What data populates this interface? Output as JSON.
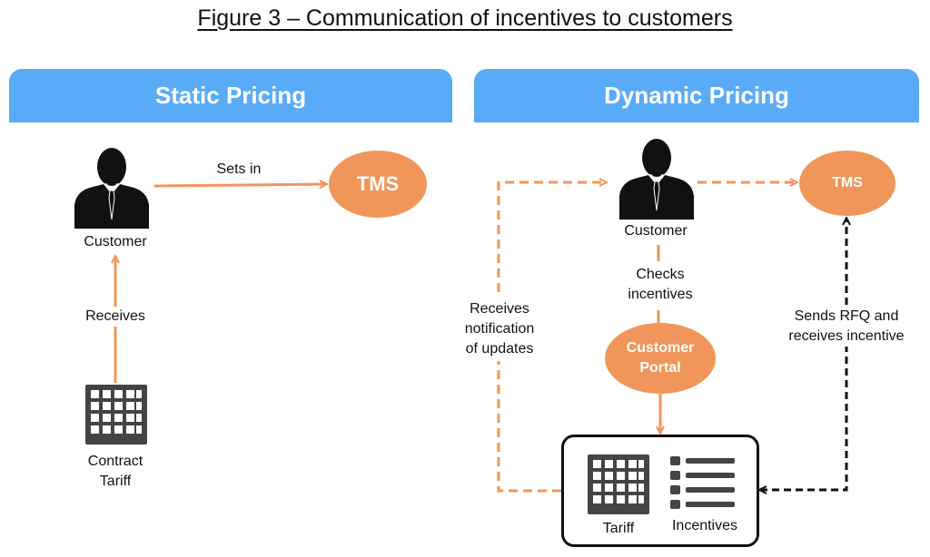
{
  "title": "Figure 3 – Communication of incentives to customers",
  "static": {
    "header": "Static Pricing",
    "customer_label": "Customer",
    "sets_in_label": "Sets in",
    "tms_label": "TMS",
    "receives_label": "Receives",
    "tariff_label_line1": "Contract",
    "tariff_label_line2": "Tariff"
  },
  "dynamic": {
    "header": "Dynamic Pricing",
    "customer_label": "Customer",
    "tms_label": "TMS",
    "checks_line1": "Checks",
    "checks_line2": "incentives",
    "portal_line1": "Customer",
    "portal_line2": "Portal",
    "notif_line1": "Receives",
    "notif_line2": "notification",
    "notif_line3": "of updates",
    "rfq_line1": "Sends RFQ and",
    "rfq_line2": "receives incentive",
    "tariff_label": "Tariff",
    "incentives_label": "Incentives"
  },
  "colors": {
    "banner": "#5aabf7",
    "accent_orange": "#f0965a",
    "icon_dark": "#444444"
  }
}
